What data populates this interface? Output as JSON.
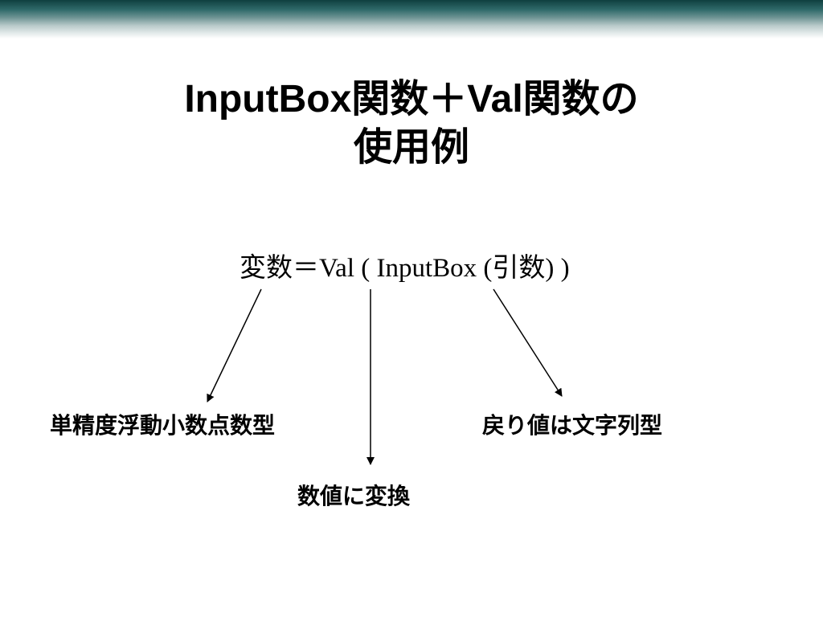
{
  "slide": {
    "title_line1": "InputBox関数＋Val関数の",
    "title_line2": "使用例",
    "formula": "変数＝Val ( InputBox (引数) )",
    "labels": {
      "single_precision": "単精度浮動小数点数型",
      "returns_string": "戻り値は文字列型",
      "convert_to_number": "数値に変換"
    }
  }
}
